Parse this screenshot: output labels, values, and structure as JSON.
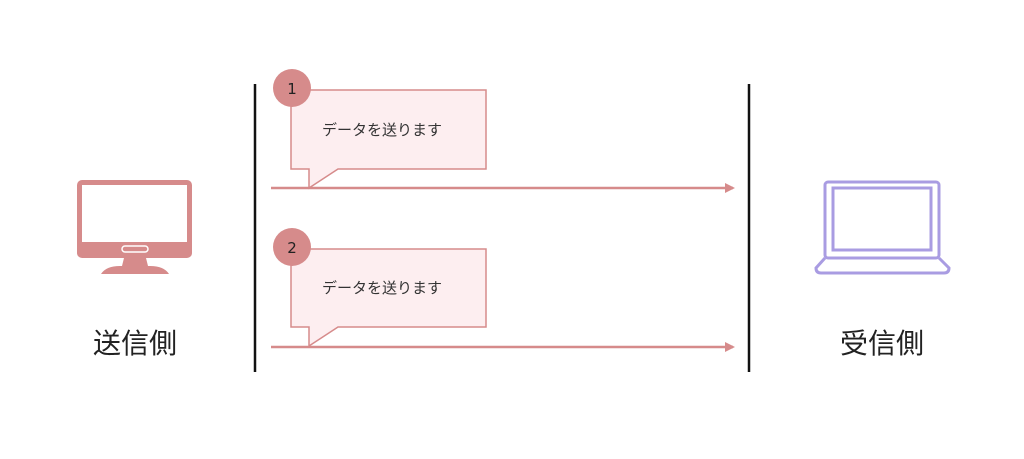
{
  "sender": {
    "label": "送信側",
    "icon": "desktop-monitor-icon"
  },
  "receiver": {
    "label": "受信側",
    "icon": "laptop-icon"
  },
  "messages": [
    {
      "step": "1",
      "text": "データを送ります"
    },
    {
      "step": "2",
      "text": "データを送ります"
    }
  ],
  "colors": {
    "accent": "#d68b8b",
    "bubble_fill": "#fdeef0",
    "laptop": "#a99ce2",
    "line": "#111111"
  }
}
